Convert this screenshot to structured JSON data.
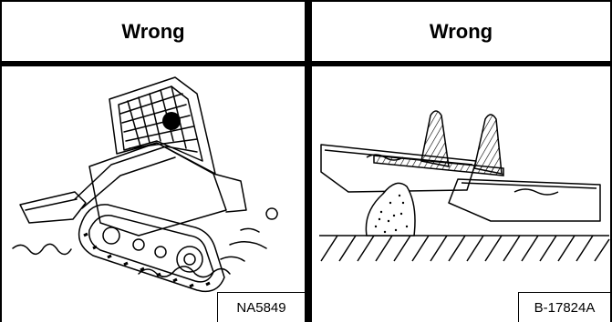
{
  "panels": [
    {
      "heading": "Wrong",
      "figure_id": "NA5849",
      "illustration": "tipping-track-loader"
    },
    {
      "heading": "Wrong",
      "figure_id": "B-17824A",
      "illustration": "track-on-rock"
    }
  ],
  "colors": {
    "ink": "#000000",
    "background": "#ffffff"
  }
}
